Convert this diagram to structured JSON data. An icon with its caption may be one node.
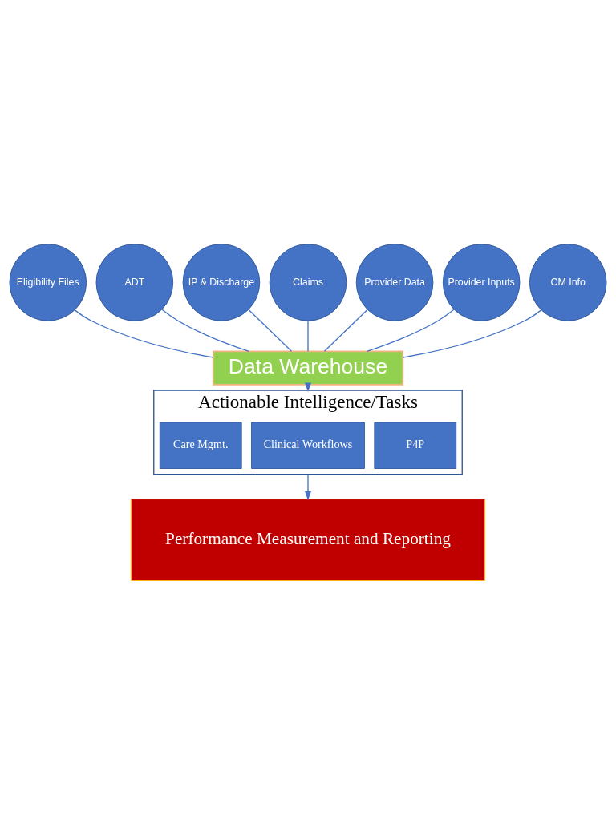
{
  "diagram": {
    "nodes": [
      {
        "text": [
          "Eligibility Files"
        ]
      },
      {
        "text": [
          "ADT"
        ]
      },
      {
        "text": [
          "IP & Discharge"
        ]
      },
      {
        "text": [
          "Claims"
        ]
      },
      {
        "text": [
          "Provider Data"
        ]
      },
      {
        "text": [
          "Provider Inputs"
        ]
      },
      {
        "text": [
          "CM Info"
        ]
      },
      {
        "text": [
          "Data Warehouse"
        ]
      },
      {
        "text": [
          "Actionable Intelligence/Tasks"
        ]
      },
      {
        "text": [
          "P4P"
        ],
        "in": 8
      },
      {
        "text": [
          "Clinical Workflows"
        ],
        "in": 8
      },
      {
        "text": [
          "Care Mgmt."
        ],
        "in": 8
      },
      {
        "text": [
          "Performance Measurement and Reporting"
        ]
      }
    ],
    "edges": [
      {
        "from": 0,
        "to": 7,
        "arrow": "none"
      },
      {
        "from": 1,
        "to": 7,
        "arrow": "none"
      },
      {
        "from": 2,
        "to": 7,
        "arrow": "none"
      },
      {
        "from": 3,
        "to": 7,
        "arrow": "none"
      },
      {
        "from": 4,
        "to": 7,
        "arrow": "none"
      },
      {
        "from": 5,
        "to": 7,
        "arrow": "none"
      },
      {
        "from": 6,
        "to": 7,
        "arrow": "none"
      },
      {
        "from": 7,
        "to": 8,
        "arrow": "to"
      },
      {
        "from": 8,
        "to": 12,
        "arrow": "to"
      }
    ]
  }
}
